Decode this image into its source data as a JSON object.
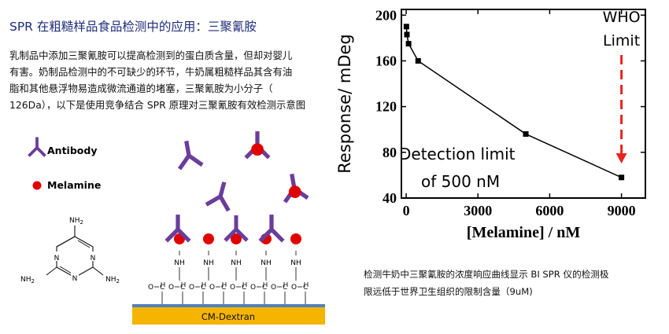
{
  "document": {
    "title": "SPR 在粗糙样品食品检测中的应用：三聚氰胺",
    "paragraph_lines": [
      "乳制品中添加三聚氰胺可以提高检测到的蛋白质含量，但却对婴儿",
      "有害。奶制品检测中的不可缺少的环节，牛奶属粗糙样品其含有油",
      "脂和其他悬浮物易造成微流通道的堵塞，三聚氰胺为小分子（",
      "126Da），以下是使用竞争结合 SPR 原理对三聚氰胺有效检测示意图"
    ],
    "caption_lines": [
      "检测牛奶中三聚氰胺的浓度响应曲线显示 BI SPR 仪的检测极",
      "限远低于世界卫生组织的限制含量（9uM)"
    ]
  },
  "diagram": {
    "legend_antibody": "Antibody",
    "legend_melamine": "Melamine",
    "dextran_label": "CM-Dextran",
    "nh_label": "NH",
    "structure_nh2": "NH",
    "structure_nh2_sub": "2",
    "structure_n": "N",
    "antibody_color": "#6a3d9a",
    "melamine_color": "#e00000",
    "dextran_color": "#f5b400",
    "surface_color": "#4f81bd"
  },
  "chart_data": {
    "type": "line",
    "x": [
      10,
      30,
      100,
      500,
      5000,
      9000
    ],
    "y": [
      190,
      183,
      175,
      160,
      96,
      58
    ],
    "xlabel": "[Melamine] / nM",
    "ylabel": "Response/ mDeg",
    "xlim": [
      -200,
      10000
    ],
    "ylim": [
      40,
      205
    ],
    "xticks": [
      0,
      3000,
      6000,
      9000
    ],
    "yticks": [
      40,
      80,
      120,
      160,
      200
    ],
    "annotation_who": [
      "WHO",
      "Limit"
    ],
    "annotation_detection": [
      "Detection limit",
      "of 500 nM"
    ],
    "arrow_color": "#e8251e",
    "line_color": "#000000"
  }
}
